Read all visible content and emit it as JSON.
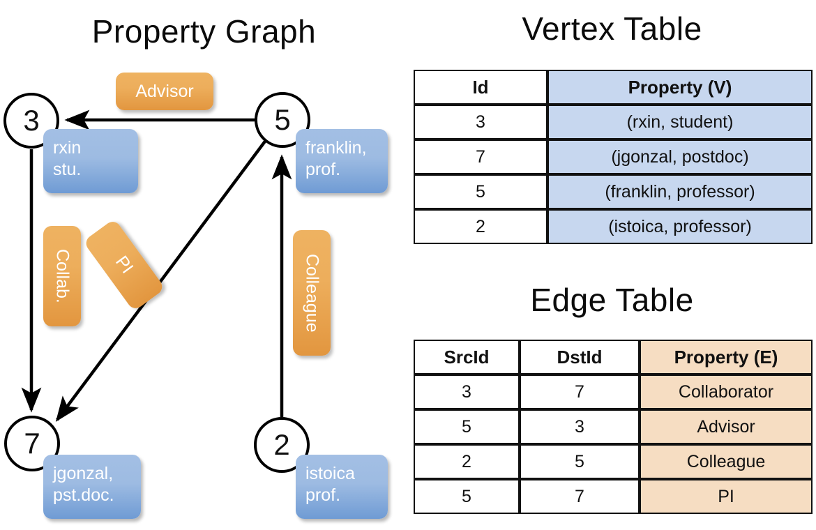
{
  "titles": {
    "property_graph": "Property Graph",
    "vertex_table": "Vertex Table",
    "edge_table": "Edge Table"
  },
  "colors": {
    "vertex_property_fill": "#c7d7ef",
    "edge_property_fill": "#f6ddc2",
    "vertex_label_box": "#9dbbe2",
    "relation_label_box": "#edae5c",
    "stroke": "#111111",
    "background": "#ffffff"
  },
  "graph": {
    "nodes": [
      {
        "id": "3",
        "label": "rxin\nstu."
      },
      {
        "id": "5",
        "label": "franklin,\nprof."
      },
      {
        "id": "7",
        "label": "jgonzal,\npst.doc."
      },
      {
        "id": "2",
        "label": "istoica\nprof."
      }
    ],
    "edge_labels": {
      "advisor": "Advisor",
      "collab": "Collab.",
      "pi": "PI",
      "colleague": "Colleague"
    },
    "edges": [
      {
        "src": "5",
        "dst": "3",
        "label": "Advisor"
      },
      {
        "src": "3",
        "dst": "7",
        "label": "Collab."
      },
      {
        "src": "5",
        "dst": "7",
        "label": "PI"
      },
      {
        "src": "2",
        "dst": "5",
        "label": "Colleague"
      }
    ]
  },
  "vertex_table": {
    "headers": [
      "Id",
      "Property (V)"
    ],
    "rows": [
      {
        "id": "3",
        "property": "(rxin, student)"
      },
      {
        "id": "7",
        "property": "(jgonzal, postdoc)"
      },
      {
        "id": "5",
        "property": "(franklin, professor)"
      },
      {
        "id": "2",
        "property": "(istoica, professor)"
      }
    ]
  },
  "edge_table": {
    "headers": [
      "SrcId",
      "DstId",
      "Property (E)"
    ],
    "rows": [
      {
        "src": "3",
        "dst": "7",
        "property": "Collaborator"
      },
      {
        "src": "5",
        "dst": "3",
        "property": "Advisor"
      },
      {
        "src": "2",
        "dst": "5",
        "property": "Colleague"
      },
      {
        "src": "5",
        "dst": "7",
        "property": "PI"
      }
    ]
  }
}
